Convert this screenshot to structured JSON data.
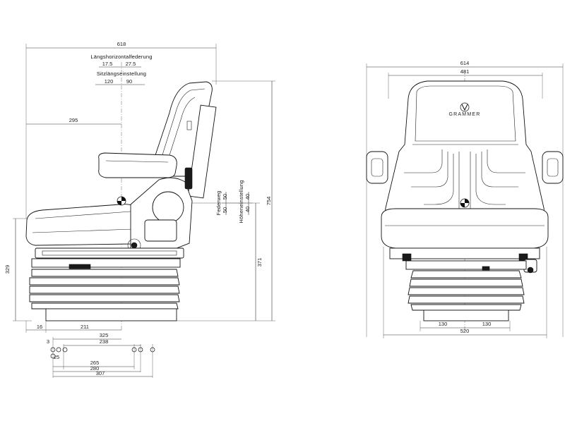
{
  "side_view": {
    "dims": {
      "overall_depth": "618",
      "horizontal_suspension_label": "Längshorizontalfederung",
      "horizontal_suspension_front": "17.5",
      "horizontal_suspension_rear": "27.5",
      "seat_adjust_label": "Sitzlängseinstellung",
      "seat_adjust_front": "120",
      "seat_adjust_rear": "90",
      "backrest_ref": "295",
      "overall_height": "754",
      "seat_height": "329",
      "base_height": "371",
      "suspension_travel_label": "Federweg",
      "suspension_travel_a": "50",
      "suspension_travel_b": "50",
      "height_adjust_label": "Höheneinstellung",
      "height_adjust_a": "40",
      "height_adjust_b": "40",
      "front_offset": "16",
      "front_to_center": "211"
    },
    "footprint": {
      "d325": "325",
      "d3": "3",
      "d238": "238",
      "d25": "25",
      "d265": "265",
      "d280": "280",
      "d307": "307"
    }
  },
  "front_view": {
    "brand": "GRAMMER",
    "dims": {
      "overall_width": "614",
      "backrest_width": "481",
      "rail_left": "130",
      "rail_right": "130",
      "base_width": "520"
    }
  }
}
